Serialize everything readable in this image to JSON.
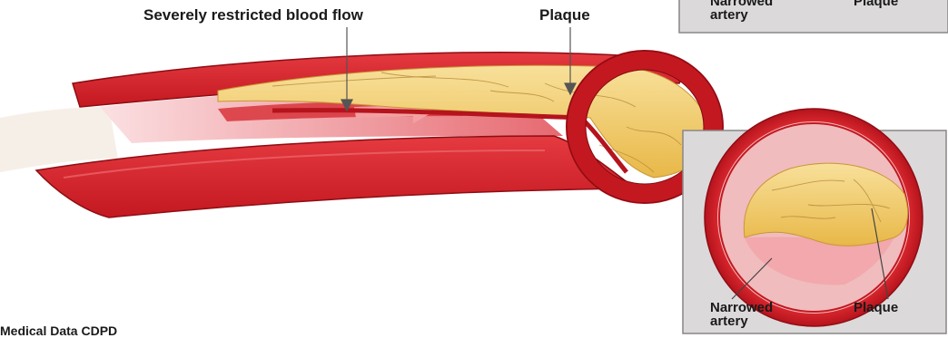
{
  "labels": {
    "severely_restricted": "Severely restricted blood flow",
    "plaque_main": "Plaque",
    "top_inset_narrowed": "Narrowed artery",
    "top_inset_plaque": "Plaque",
    "inset_narrowed": "Narrowed artery",
    "inset_plaque": "Plaque",
    "credit": "Medical Data CDPD"
  },
  "colors": {
    "artery_outer": "#d8252d",
    "artery_dark": "#b5141d",
    "artery_inner": "#e7575e",
    "lumen": "#f0a4a8",
    "plaque": "#f3d06a",
    "plaque_light": "#f9e4a0",
    "inset_bg": "#dcd9da",
    "inset_border": "#8a8686"
  }
}
